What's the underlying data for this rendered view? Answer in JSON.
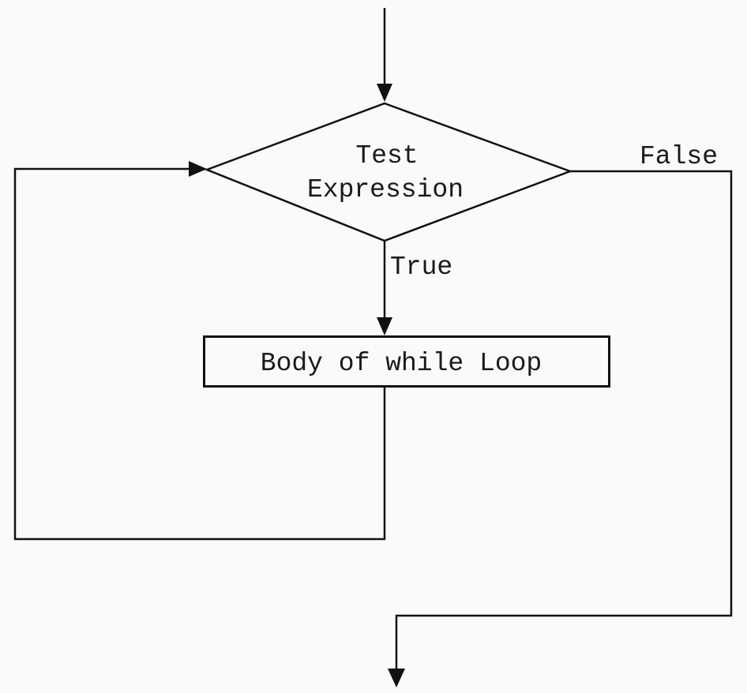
{
  "diagram": {
    "type": "flowchart",
    "subject": "while loop control flow",
    "background_color": "#fafafa",
    "line_color": "#111111",
    "text_color": "#1a1a1a",
    "nodes": {
      "decision": {
        "shape": "diamond",
        "label_line1": "Test",
        "label_line2": "Expression"
      },
      "process": {
        "shape": "rectangle",
        "label": "Body of while Loop"
      }
    },
    "edges": {
      "entry": {
        "label": ""
      },
      "true_branch": {
        "label": "True"
      },
      "false_branch": {
        "label": "False"
      },
      "loop_back": {
        "label": ""
      },
      "exit": {
        "label": ""
      }
    }
  }
}
